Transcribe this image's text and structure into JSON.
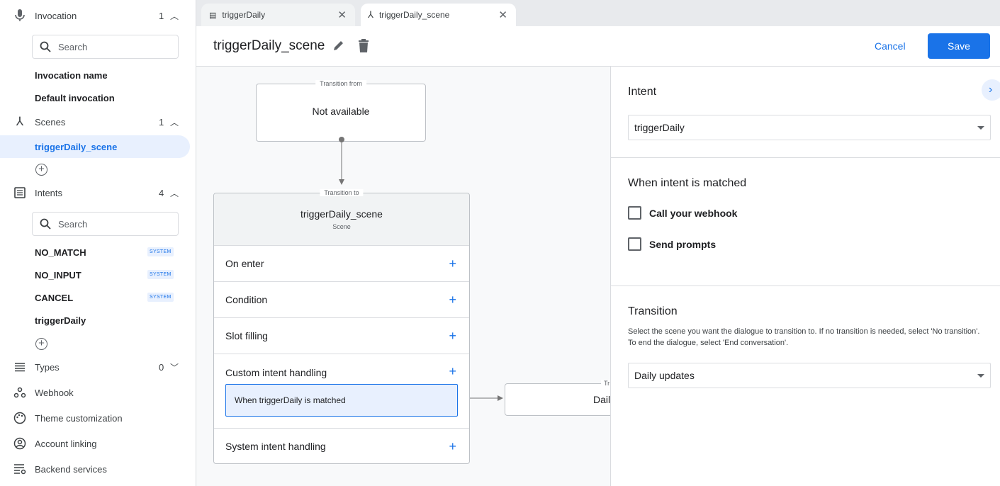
{
  "sidebar": {
    "invocation": {
      "label": "Invocation",
      "count": "1",
      "search_placeholder": "Search",
      "items": [
        "Invocation name",
        "Default invocation"
      ]
    },
    "scenes": {
      "label": "Scenes",
      "count": "1",
      "items": [
        "triggerDaily_scene"
      ]
    },
    "intents": {
      "label": "Intents",
      "count": "4",
      "search_placeholder": "Search",
      "items": [
        {
          "label": "NO_MATCH",
          "badge": "SYSTEM"
        },
        {
          "label": "NO_INPUT",
          "badge": "SYSTEM"
        },
        {
          "label": "CANCEL",
          "badge": "SYSTEM"
        },
        {
          "label": "triggerDaily",
          "badge": ""
        }
      ]
    },
    "types": {
      "label": "Types",
      "count": "0"
    },
    "links": [
      "Webhook",
      "Theme customization",
      "Account linking",
      "Backend services"
    ]
  },
  "tabs": [
    {
      "label": "triggerDaily",
      "icon": "intent-icon"
    },
    {
      "label": "triggerDaily_scene",
      "icon": "scene-icon",
      "active": true
    }
  ],
  "header": {
    "title": "triggerDaily_scene",
    "cancel": "Cancel",
    "save": "Save"
  },
  "canvas": {
    "from": {
      "legend": "Transition from",
      "text": "Not available"
    },
    "scene": {
      "legend": "Transition to",
      "title": "triggerDaily_scene",
      "subtitle": "Scene",
      "rows": [
        "On enter",
        "Condition",
        "Slot filling",
        "Custom intent handling",
        "System intent handling"
      ],
      "handler": "When triggerDaily is matched"
    },
    "target": {
      "legend": "Tr",
      "text": "Dail"
    }
  },
  "panel": {
    "intent_heading": "Intent",
    "intent_value": "triggerDaily",
    "matched_heading": "When intent is matched",
    "checkboxes": [
      {
        "label": "Call your webhook",
        "checked": false
      },
      {
        "label": "Send prompts",
        "checked": false
      }
    ],
    "transition_heading": "Transition",
    "transition_help": "Select the scene you want the dialogue to transition to. If no transition is needed, select 'No transition'. To end the dialogue, select 'End conversation'.",
    "transition_value": "Daily updates"
  },
  "colors": {
    "accent": "#1a73e8",
    "selected_bg": "#e8f0fe"
  }
}
